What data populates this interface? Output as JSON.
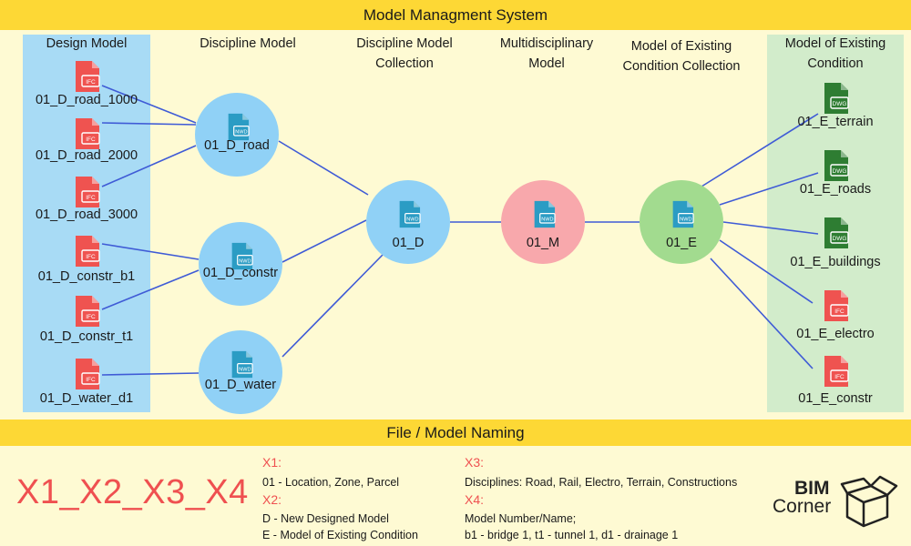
{
  "title": "Model Managment System",
  "naming_title": "File / Model Naming",
  "colors": {
    "banner": "#fdd835",
    "design_panel": "#a8dbf5",
    "existing_panel": "#d2eccb",
    "blue_node": "#90d1f6",
    "pink_node": "#f8a8ac",
    "green_node": "#a2db8f",
    "ifc": "#ef5350",
    "dwg": "#2e7d32",
    "nwd": "#2b9cc4",
    "line": "#3f5bd6",
    "accent": "#ef5050"
  },
  "headers": {
    "design_model": "Design Model",
    "discipline_model": "Discipline Model",
    "discipline_collection": "Discipline Model Collection",
    "multidisciplinary": "Multidisciplinary Model",
    "existing_collection": "Model of Existing Condition Collection",
    "existing_condition": "Model of Existing Condition"
  },
  "design_files": [
    {
      "name": "01_D_road_1000",
      "type": "IFC"
    },
    {
      "name": "01_D_road_2000",
      "type": "IFC"
    },
    {
      "name": "01_D_road_3000",
      "type": "IFC"
    },
    {
      "name": "01_D_constr_b1",
      "type": "IFC"
    },
    {
      "name": "01_D_constr_t1",
      "type": "IFC"
    },
    {
      "name": "01_D_water_d1",
      "type": "IFC"
    }
  ],
  "existing_files": [
    {
      "name": "01_E_terrain",
      "type": "DWG"
    },
    {
      "name": "01_E_roads",
      "type": "DWG"
    },
    {
      "name": "01_E_buildings",
      "type": "DWG"
    },
    {
      "name": "01_E_electro",
      "type": "IFC"
    },
    {
      "name": "01_E_constr",
      "type": "IFC"
    }
  ],
  "nodes": [
    {
      "name": "01_D_road",
      "type": "NWD",
      "color": "blue"
    },
    {
      "name": "01_D_constr",
      "type": "NWD",
      "color": "blue"
    },
    {
      "name": "01_D_water",
      "type": "NWD",
      "color": "blue"
    },
    {
      "name": "01_D",
      "type": "NWD",
      "color": "blue"
    },
    {
      "name": "01_M",
      "type": "NWD",
      "color": "pink"
    },
    {
      "name": "01_E",
      "type": "NWD",
      "color": "green"
    }
  ],
  "naming": {
    "formula": "X1_X2_X3_X4",
    "x1_title": "X1:",
    "x1_line1": "01 - Location, Zone, Parcel",
    "x2_title": "X2:",
    "x2_line1": "D - New Designed Model",
    "x2_line2": "E - Model of Existing Condition",
    "x3_title": "X3:",
    "x3_line1": "Disciplines: Road, Rail, Electro, Terrain, Constructions",
    "x4_title": "X4:",
    "x4_line1": "Model Number/Name;",
    "x4_line2": "b1 - bridge 1, t1 - tunnel 1, d1 - drainage 1"
  },
  "logo": {
    "line1": "BIM",
    "line2": "Corner"
  }
}
